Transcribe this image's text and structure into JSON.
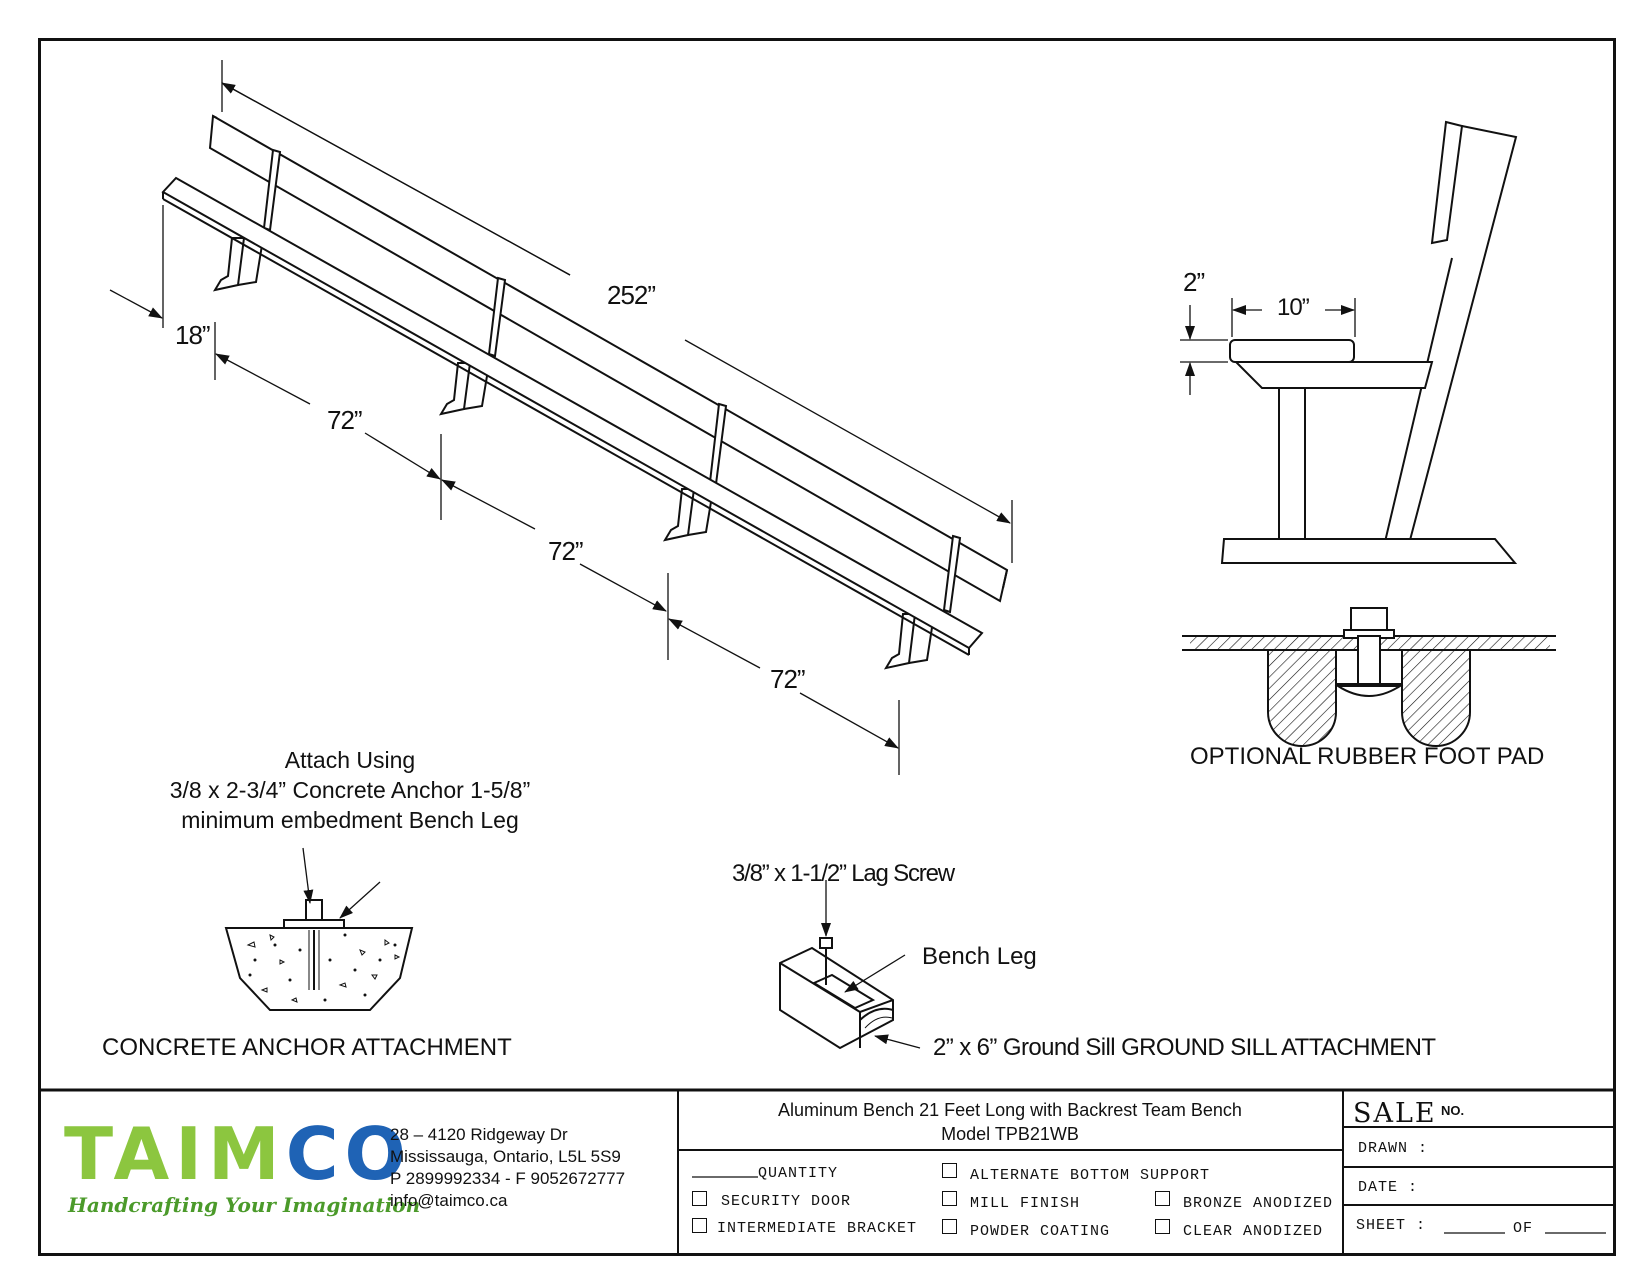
{
  "dimensions": {
    "overall_length": "252”",
    "seat_depth": "18”",
    "leg_spacing_1": "72”",
    "leg_spacing_2": "72”",
    "leg_spacing_3": "72”",
    "seat_thickness": "2”",
    "seat_width": "10”"
  },
  "notes": {
    "attach_line1": "Attach Using",
    "attach_line2": "3/8 x 2-3/4” Concrete Anchor 1-5/8”",
    "attach_line3": "minimum embedment Bench Leg",
    "lag_screw": "3/8” x 1-1/2” Lag Screw",
    "bench_leg": "Bench Leg"
  },
  "captions": {
    "foot_pad": "OPTIONAL RUBBER FOOT PAD",
    "concrete": "CONCRETE ANCHOR ATTACHMENT",
    "ground_sill": "2” x 6” Ground Sill GROUND SILL ATTACHMENT"
  },
  "title_block": {
    "logo_part1": "TAIM",
    "logo_part2": "CO",
    "tagline": "Handcrafting Your Imagination",
    "address": [
      "28 – 4120 Ridgeway Dr",
      "Mississauga, Ontario, L5L 5S9",
      "P 2899992334 - F 9052672777",
      "info@taimco.ca"
    ],
    "title_line1": "Aluminum Bench 21 Feet Long with Backrest Team Bench",
    "title_line2": "Model TPB21WB",
    "quantity_label": "QUANTITY",
    "options": {
      "security_door": "SECURITY DOOR",
      "intermediate_bracket": "INTERMEDIATE BRACKET",
      "alternate_bottom_support": "ALTERNATE BOTTOM SUPPORT",
      "mill_finish": "MILL FINISH",
      "powder_coating": "POWDER COATING",
      "bronze_anodized": "BRONZE ANODIZED",
      "clear_anodized": "CLEAR ANODIZED"
    },
    "sale": "SALE",
    "sale_no": "NO.",
    "drawn": "DRAWN :",
    "date": "DATE :",
    "sheet": "SHEET :",
    "of": "OF"
  },
  "colors": {
    "logo_green": "#8cc63f",
    "logo_blue": "#1f63b5",
    "line": "#111111"
  }
}
